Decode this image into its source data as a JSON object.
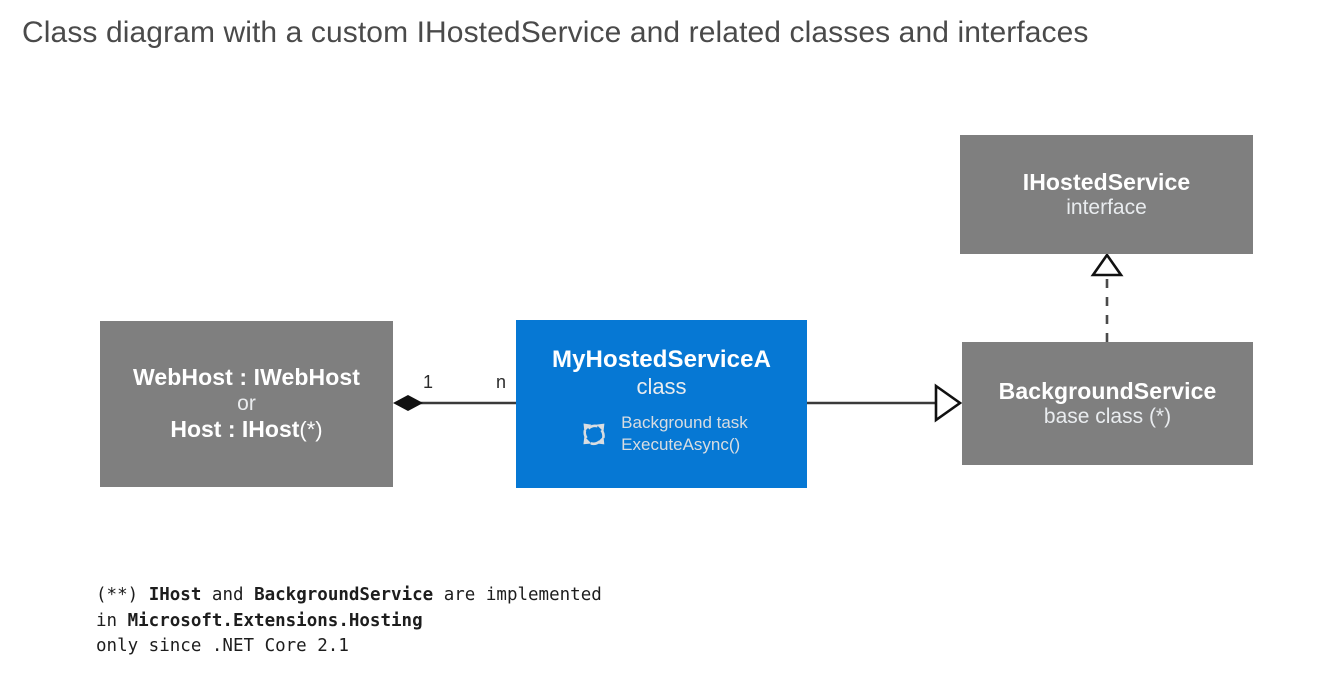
{
  "page": {
    "title": "Class diagram with a custom IHostedService and related classes and interfaces",
    "background_color": "#ffffff"
  },
  "colors": {
    "gray_box": "#7f7f7f",
    "blue_box": "#0678d4",
    "title_text": "#4a4a4a",
    "box_title_text": "#ffffff",
    "box_subtitle_text": "#e9ecef",
    "connector_line": "#3a3a3a",
    "footnote_text": "#1d1d1d"
  },
  "boxes": {
    "webhost": {
      "name": "WebHost : IWebHost",
      "or_label": "or",
      "alt_name": "Host : IHost",
      "alt_suffix": "(*)",
      "style": "gray"
    },
    "myhostedservice": {
      "name": "MyHostedServiceA",
      "stereotype": "class",
      "icon": "sync-cycle-icon",
      "task_line_1": "Background task",
      "task_line_2": "ExecuteAsync()",
      "style": "blue"
    },
    "ihostedservice": {
      "name": "IHostedService",
      "stereotype": "interface",
      "style": "gray"
    },
    "backgroundservice": {
      "name": "BackgroundService",
      "stereotype": "base class (*)",
      "style": "gray"
    }
  },
  "connectors": {
    "composition": {
      "type": "composition",
      "from": "webhost",
      "to": "myhostedservice",
      "source_multiplicity": "1",
      "target_multiplicity": "n",
      "marker": "filled-diamond"
    },
    "generalization": {
      "type": "generalization",
      "from": "myhostedservice",
      "to": "backgroundservice",
      "marker": "hollow-triangle",
      "line_style": "solid"
    },
    "realization": {
      "type": "realization",
      "from": "backgroundservice",
      "to": "ihostedservice",
      "marker": "hollow-triangle",
      "line_style": "dashed"
    }
  },
  "footnote": {
    "prefix": "(**) ",
    "term_1": "IHost",
    "conjunction": " and ",
    "term_2": "BackgroundService",
    "tail_1": " are implemented",
    "line_2_prefix": "in ",
    "term_3": "Microsoft.Extensions.Hosting",
    "line_3": "only since .NET Core 2.1"
  }
}
